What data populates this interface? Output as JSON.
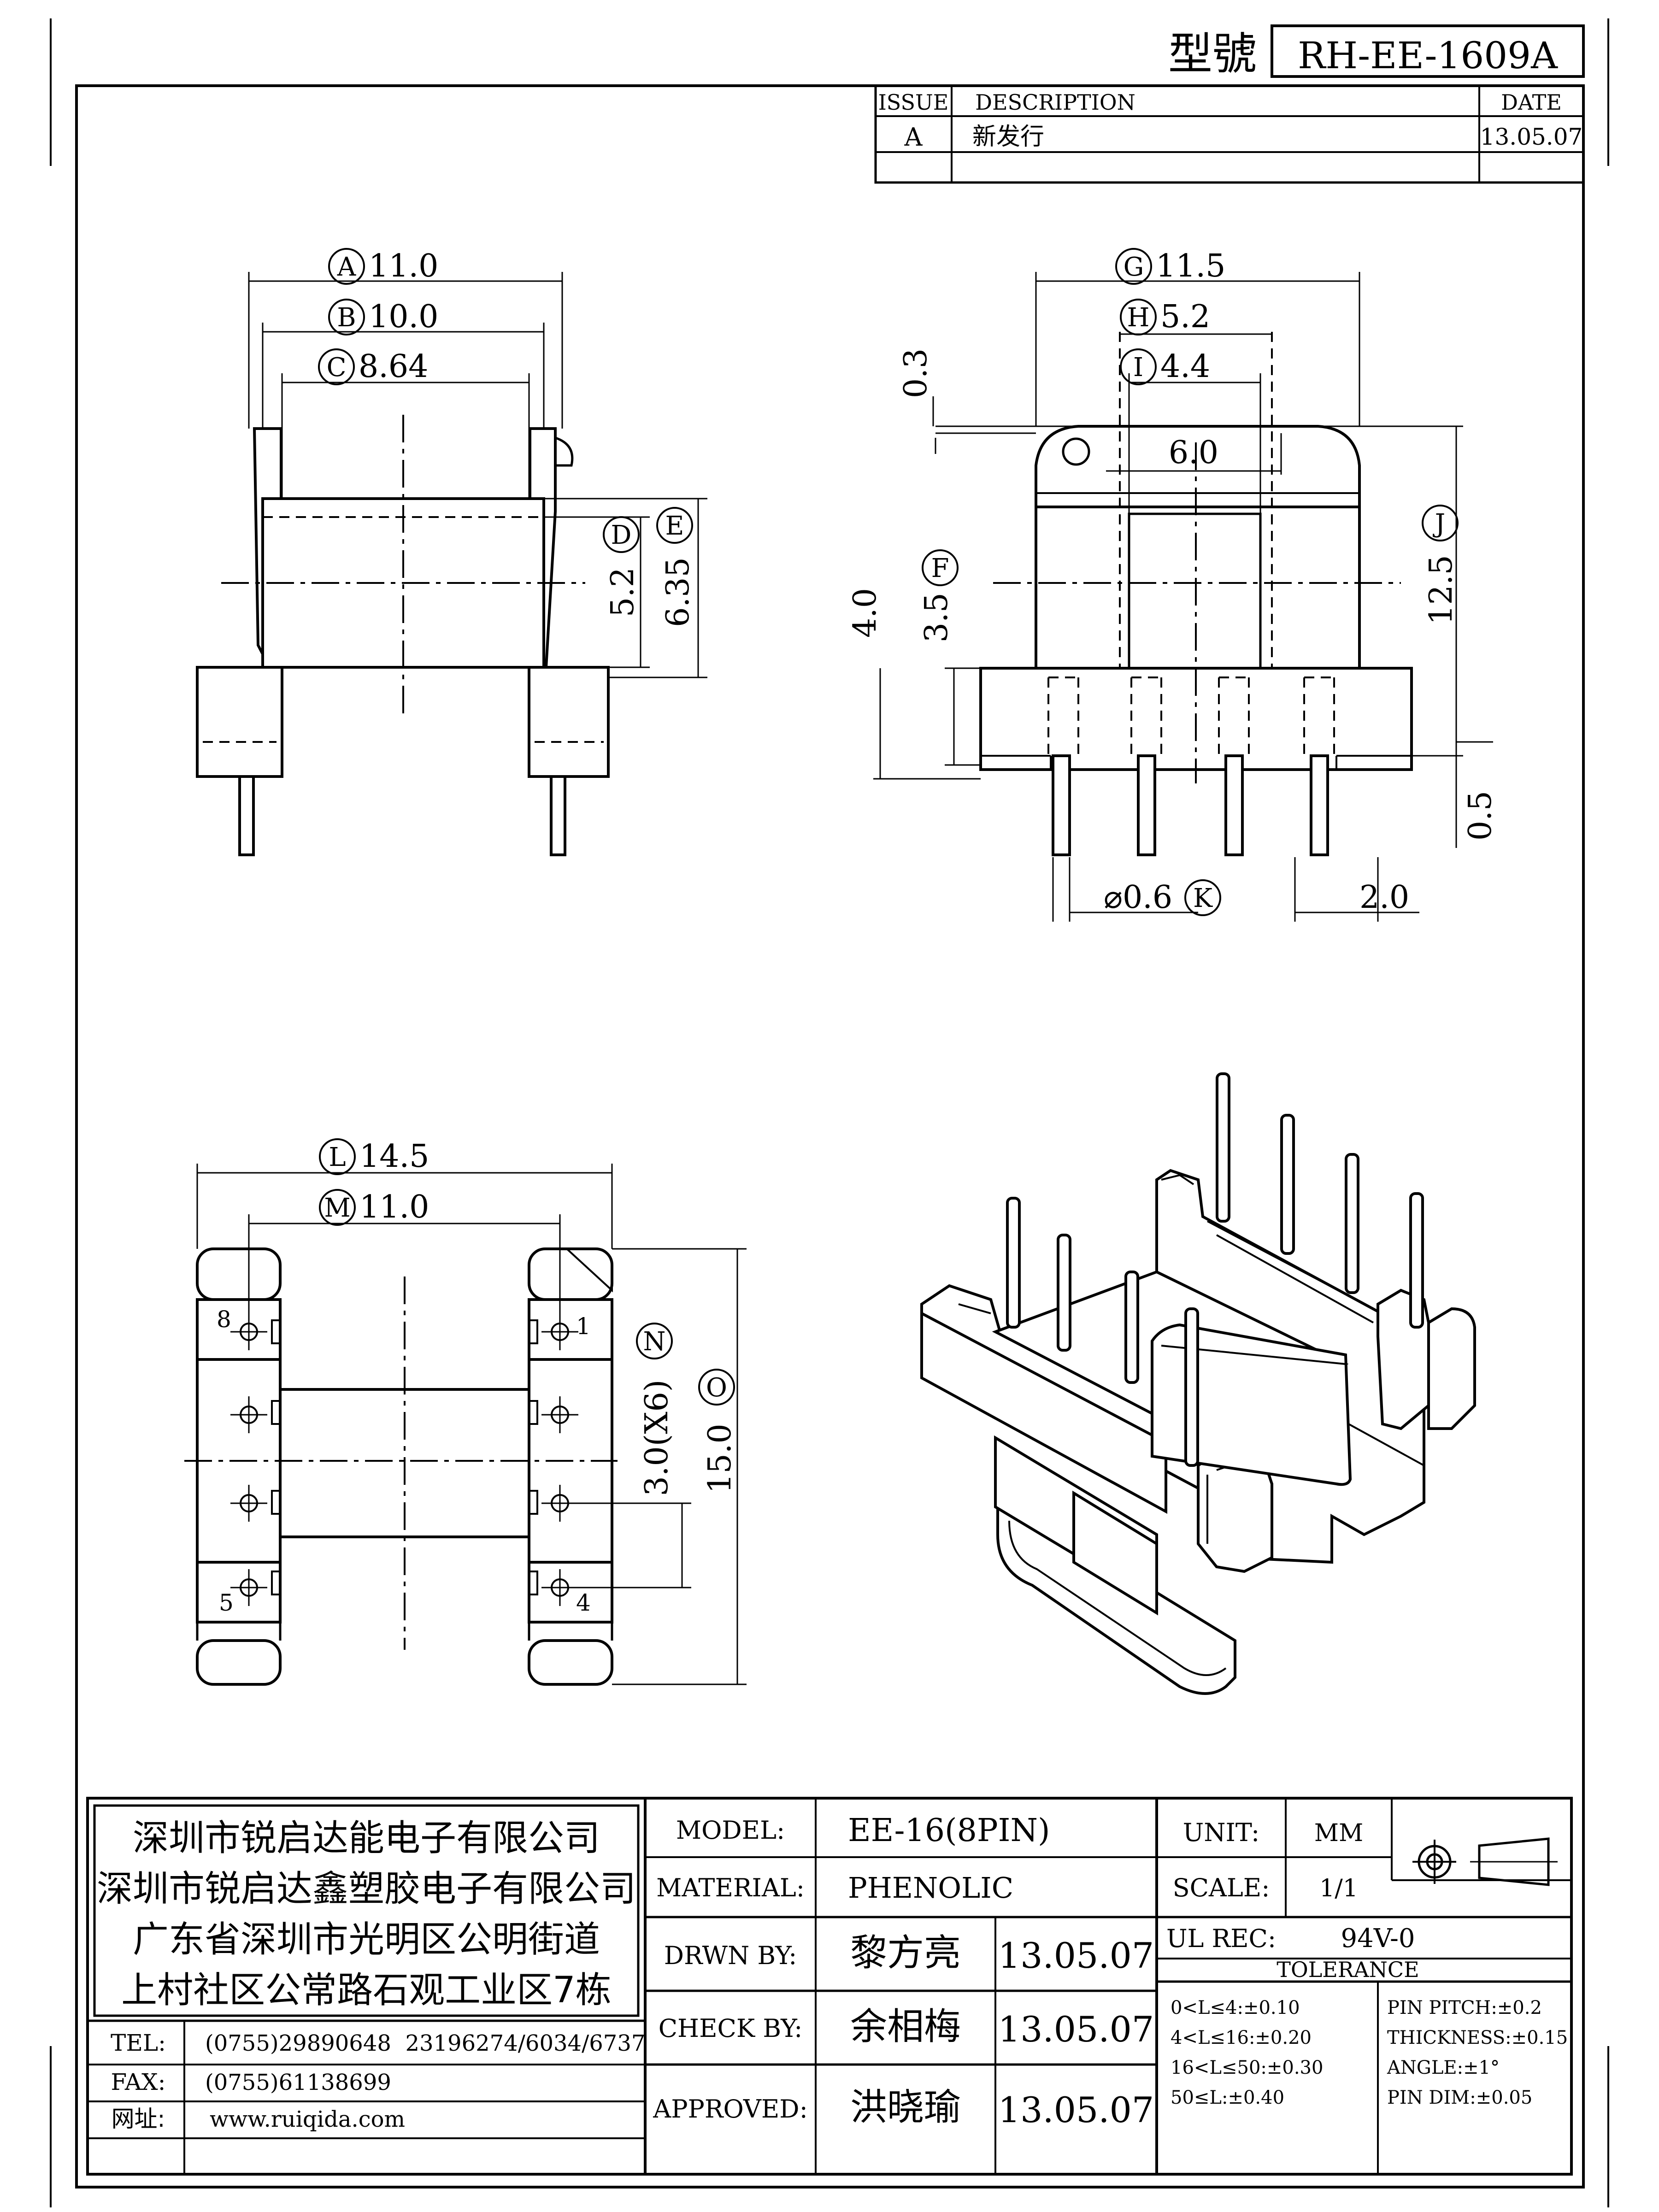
{
  "title_block": {
    "model_no_label": "型號",
    "model_no": "RH-EE-1609A"
  },
  "revision_table": {
    "headers": [
      "ISSUE",
      "DESCRIPTION",
      "DATE"
    ],
    "rows": [
      {
        "issue": "A",
        "description": "新发行",
        "date": "13.05.07"
      }
    ]
  },
  "front_view": {
    "dims": {
      "A": "11.0",
      "B": "10.0",
      "C": "8.64",
      "D": "5.2",
      "E": "6.35"
    }
  },
  "side_view": {
    "dims": {
      "G": "11.5",
      "H": "5.2",
      "I": "4.4",
      "top_gap": "0.3",
      "slot": "6.0",
      "total_h": "4.0",
      "F": "3.5",
      "J": "12.5",
      "pin_off": "0.5",
      "K": "⌀0.6",
      "pitch": "2.0"
    }
  },
  "bottom_view": {
    "dims": {
      "L": "14.5",
      "M": "11.0",
      "N": "3.0(X6)",
      "O": "15.0"
    },
    "pin_labels": [
      "1",
      "4",
      "5",
      "8"
    ]
  },
  "company": {
    "lines": [
      "深圳市锐启达能电子有限公司",
      "深圳市锐启达鑫塑胶电子有限公司",
      "广东省深圳市光明区公明街道",
      "上村社区公常路石观工业区7栋"
    ],
    "tel_label": "TEL:",
    "tel": "(0755)29890648  23196274/6034/6737",
    "fax_label": "FAX:",
    "fax": "(0755)61138699",
    "web_label": "网址:",
    "web": "www.ruiqida.com"
  },
  "spec": {
    "model_label": "MODEL:",
    "model": "EE-16(8PIN)",
    "material_label": "MATERIAL:",
    "material": "PHENOLIC",
    "drawn_label": "DRWN BY:",
    "drawn_by": "黎方亮",
    "drawn_date": "13.05.07",
    "check_label": "CHECK BY:",
    "check_by": "余相梅",
    "check_date": "13.05.07",
    "approved_label": "APPROVED:",
    "approved_by": "洪晓瑜",
    "approved_date": "13.05.07",
    "unit_label": "UNIT:",
    "unit": "MM",
    "scale_label": "SCALE:",
    "scale": "1/1",
    "ul_label": "UL REC:",
    "ul": "94V-0",
    "tolerance_label": "TOLERANCE",
    "tolerances_left": [
      "0<L≤4:±0.10",
      "4<L≤16:±0.20",
      "16<L≤50:±0.30",
      "50≤L:±0.40"
    ],
    "tolerances_right": [
      "PIN PITCH:±0.2",
      "THICKNESS:±0.15",
      "ANGLE:±1°",
      "PIN DIM:±0.05"
    ]
  },
  "icons": [
    "projection-symbol-icon"
  ]
}
